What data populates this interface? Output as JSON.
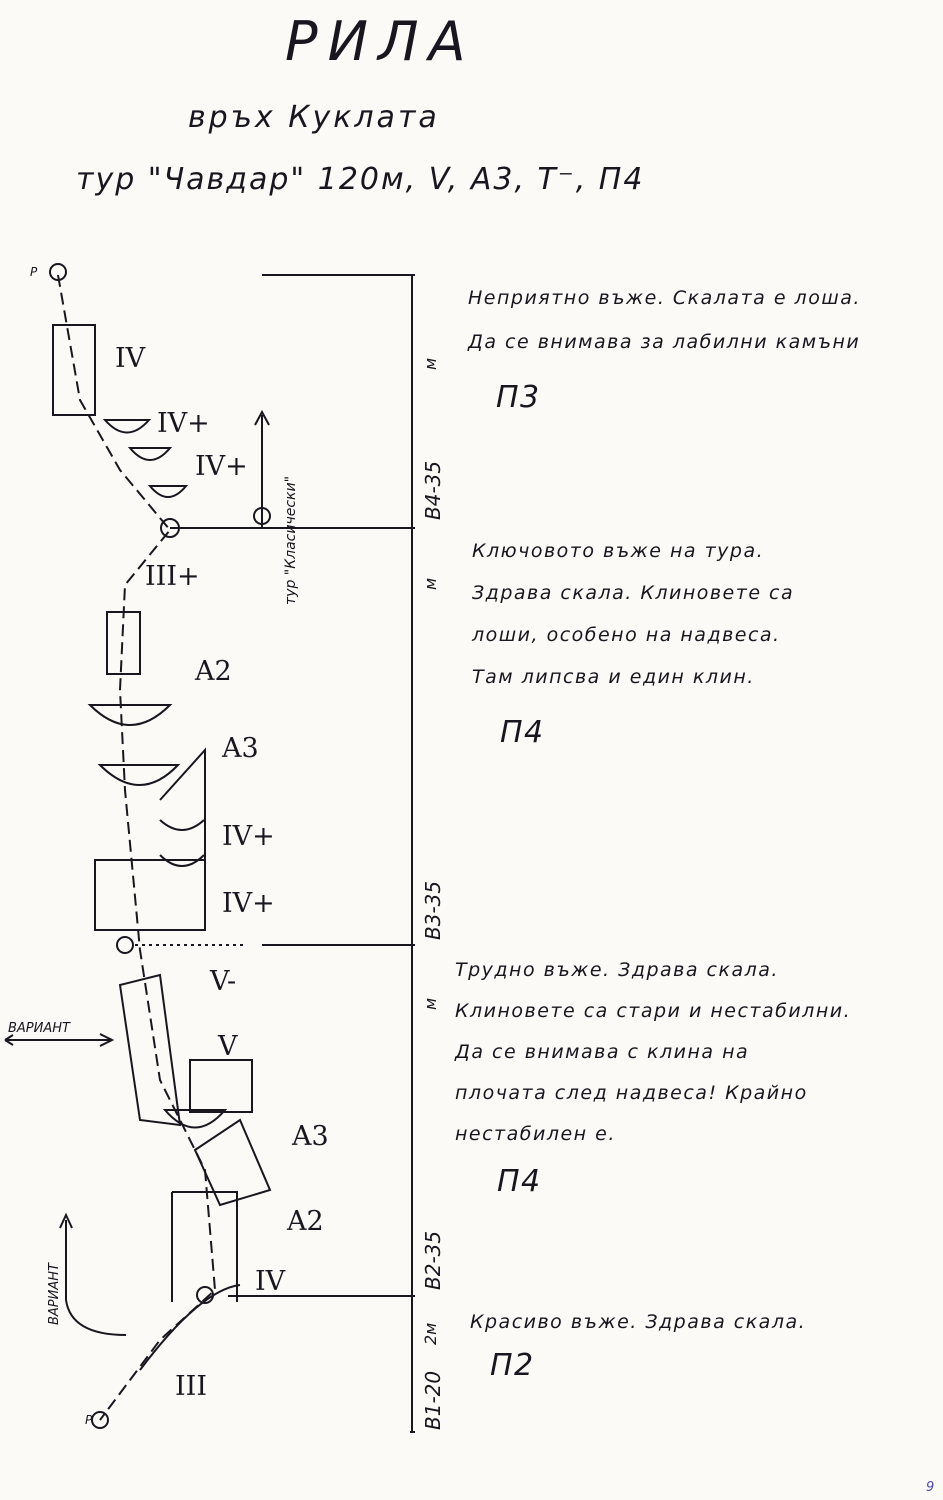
{
  "header": {
    "title": "РИЛА",
    "peak": "връх Куклата",
    "route": "тур \"Чавдар\" 120м, V, A3, T⁻, П4"
  },
  "pitches": [
    {
      "notes": [
        "Неприятно въже. Скалата е лоша.",
        "Да се внимава за лабилни камъни"
      ],
      "rating": "П3"
    },
    {
      "notes": [
        "Ключовото въже на тура.",
        "Здрава скала. Клиновете са",
        "лоши, особено на надвеса.",
        "Там липсва и един клин."
      ],
      "rating": "П4"
    },
    {
      "notes": [
        "Трудно въже. Здрава скала.",
        "Клиновете са стари и нестабилни.",
        "Да се внимава с клина на",
        "плочата след надвеса! Крайно",
        "нестабилен е."
      ],
      "rating": "П4"
    },
    {
      "notes": [
        "Красиво въже. Здрава скала."
      ],
      "rating": "П2"
    }
  ],
  "topo": {
    "grades": [
      "IV",
      "IV+",
      "IV+",
      "III+",
      "A2",
      "A3",
      "IV+",
      "IV+",
      "V-",
      "V",
      "A3",
      "A2",
      "IV",
      "III"
    ],
    "variant_left": "ВАРИАНТ",
    "variant_bottom": "ВАРИАНТ",
    "classic_route": "тур \"Класически\"",
    "scale": [
      "м",
      "В4-35",
      "м",
      "В3-35",
      "м",
      "В2-35",
      "2м",
      "В1-20"
    ],
    "belay": "P"
  },
  "page_number": "9",
  "ink_color": "#1a1620"
}
